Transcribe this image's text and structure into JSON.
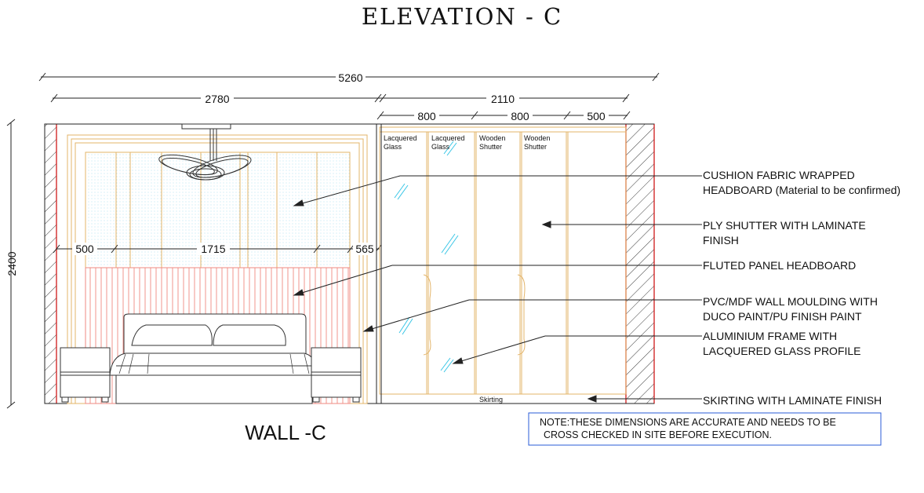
{
  "title": "ELEVATION - C",
  "dimensions": {
    "overall": "5260",
    "left_width": "2780",
    "right_width": "2110",
    "wardrobe_1": "800",
    "wardrobe_2": "800",
    "wardrobe_3": "500",
    "height": "2400",
    "headboard_left": "500",
    "headboard_width": "1715",
    "headboard_right": "565"
  },
  "shutters": [
    {
      "line1": "Lacquered",
      "line2": "Glass"
    },
    {
      "line1": "Lacquered",
      "line2": "Glass"
    },
    {
      "line1": "Wooden",
      "line2": "Shutter"
    },
    {
      "line1": "Wooden",
      "line2": "Shutter"
    }
  ],
  "skirting_label": "Skirting",
  "annotations": [
    {
      "line1": "CUSHION FABRIC WRAPPED",
      "line2": "HEADBOARD (Material to be confirmed)"
    },
    {
      "line1": "PLY SHUTTER WITH LAMINATE",
      "line2": "FINISH"
    },
    {
      "line1": "FLUTED PANEL HEADBOARD",
      "line2": ""
    },
    {
      "line1": "PVC/MDF WALL MOULDING WITH",
      "line2": "DUCO PAINT/PU FINISH PAINT"
    },
    {
      "line1": "ALUMINIUM FRAME WITH",
      "line2": "LACQUERED GLASS PROFILE"
    },
    {
      "line1": "SKIRTING WITH LAMINATE FINISH",
      "line2": ""
    }
  ],
  "wall_label": "WALL -C",
  "note": {
    "line1": "NOTE:THESE DIMENSIONS ARE ACCURATE AND NEEDS TO BE",
    "line2": "CROSS CHECKED IN SITE BEFORE EXECUTION."
  },
  "colors": {
    "outline": "#1a1a1a",
    "wall_hatch": "#d22a2a",
    "panel": "#e3b469",
    "fluted": "#ef8a80",
    "glass": "#39c6e6",
    "note_border": "#2a5bd7"
  }
}
